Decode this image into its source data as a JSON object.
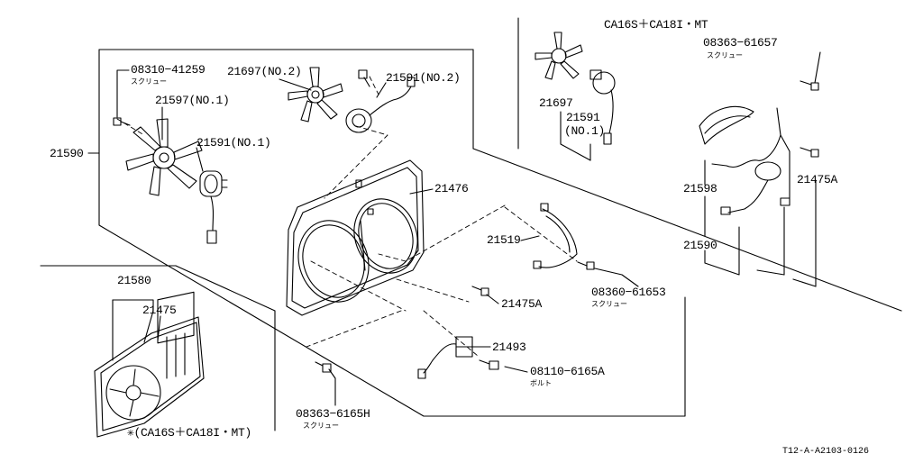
{
  "header": {
    "variant_title": "CA16S＋CA18I・MT"
  },
  "labels": {
    "p08310": "08310−41259",
    "p08310_sub": "スクリュー",
    "p21597": "21597(NO.1)",
    "p21697": "21697(NO.2)",
    "p21591_no2": "21591(NO.2)",
    "p21590_left": "21590",
    "p21591_no1": "21591(NO.1)",
    "p21476": "21476",
    "p21519": "21519",
    "p08360": "08360−61653",
    "p08360_sub": "スクリュー",
    "p21475a_mid": "21475A",
    "p21493": "21493",
    "p08110": "08110−6165A",
    "p08110_sub": "ボルト",
    "p08363_bottom": "08363−6165H",
    "p08363_bottom_sub": "スクリュー",
    "p21580": "21580",
    "p21475_inset": "21475",
    "inset_note": "✳(CA16S＋CA18I・MT)",
    "r08363": "08363−61657",
    "r08363_sub": "スクリュー",
    "r21697": "21697",
    "r21591": "21591",
    "r21591_no": "(NO.1)",
    "r21598": "21598",
    "r21475a": "21475A",
    "r21590": "21590"
  },
  "footer": {
    "drawing_code": "T12-A-A2103-0126"
  }
}
